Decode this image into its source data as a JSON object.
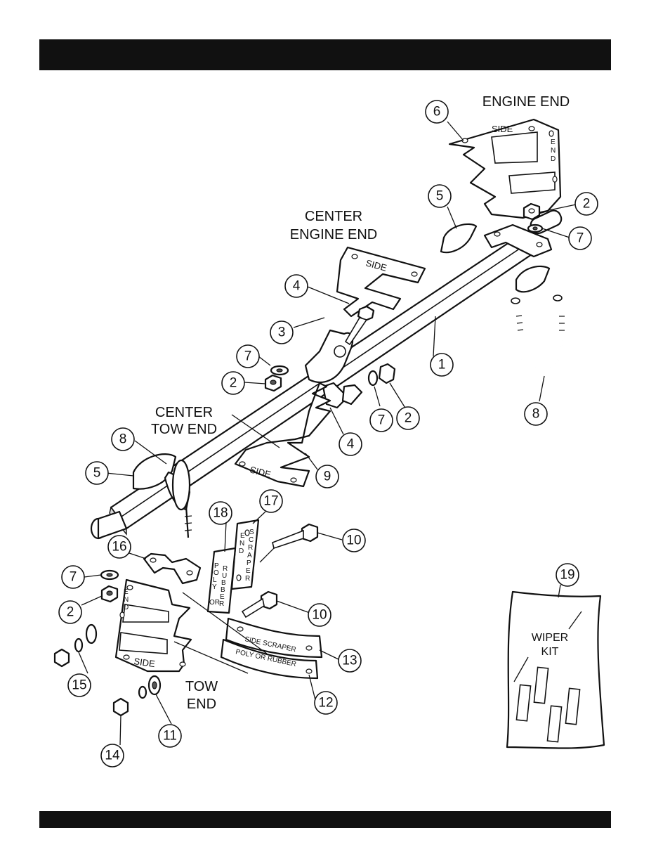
{
  "labels": {
    "engine_end": "ENGINE END",
    "center_engine_end_1": "CENTER",
    "center_engine_end_2": "ENGINE END",
    "center_tow_end_1": "CENTER",
    "center_tow_end_2": "TOW END",
    "tow_end_1": "TOW",
    "tow_end_2": "END",
    "wiper_kit_1": "WIPER",
    "wiper_kit_2": "KIT"
  },
  "part_markings": {
    "side": "SIDE",
    "end_letters": [
      "E",
      "N",
      "D"
    ],
    "scraper_letters": [
      "S",
      "C",
      "R",
      "A",
      "P",
      "E",
      "R"
    ],
    "poly_letters": [
      "P",
      "O",
      "L",
      "Y"
    ],
    "or": "OR",
    "rubber_letters": [
      "R",
      "U",
      "B",
      "B",
      "E",
      "R"
    ],
    "side_scraper": "SIDE SCRAPER",
    "poly_or_rubber": "POLY OR RUBBER"
  },
  "callouts": [
    {
      "id": "c1",
      "number": "1"
    },
    {
      "id": "c2a",
      "number": "2"
    },
    {
      "id": "c2b",
      "number": "2"
    },
    {
      "id": "c2c",
      "number": "2"
    },
    {
      "id": "c2d",
      "number": "2"
    },
    {
      "id": "c3",
      "number": "3"
    },
    {
      "id": "c4a",
      "number": "4"
    },
    {
      "id": "c4b",
      "number": "4"
    },
    {
      "id": "c5a",
      "number": "5"
    },
    {
      "id": "c5b",
      "number": "5"
    },
    {
      "id": "c6",
      "number": "6"
    },
    {
      "id": "c7a",
      "number": "7"
    },
    {
      "id": "c7b",
      "number": "7"
    },
    {
      "id": "c7c",
      "number": "7"
    },
    {
      "id": "c7d",
      "number": "7"
    },
    {
      "id": "c8a",
      "number": "8"
    },
    {
      "id": "c8b",
      "number": "8"
    },
    {
      "id": "c9",
      "number": "9"
    },
    {
      "id": "c10a",
      "number": "10"
    },
    {
      "id": "c10b",
      "number": "10"
    },
    {
      "id": "c11",
      "number": "11"
    },
    {
      "id": "c12",
      "number": "12"
    },
    {
      "id": "c13",
      "number": "13"
    },
    {
      "id": "c14",
      "number": "14"
    },
    {
      "id": "c15",
      "number": "15"
    },
    {
      "id": "c16",
      "number": "16"
    },
    {
      "id": "c17",
      "number": "17"
    },
    {
      "id": "c18",
      "number": "18"
    },
    {
      "id": "c19",
      "number": "19"
    }
  ]
}
